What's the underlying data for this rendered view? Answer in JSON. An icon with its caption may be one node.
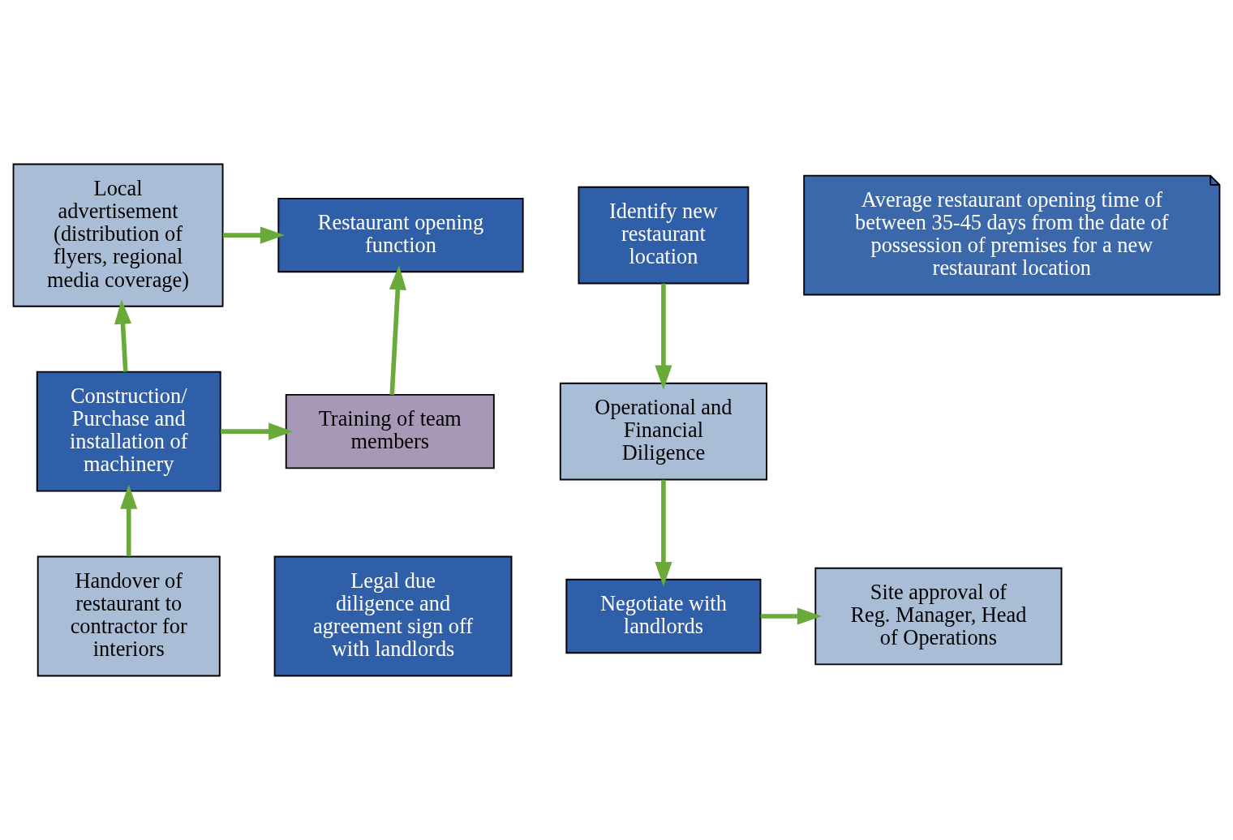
{
  "diagram": {
    "nodes": [
      {
        "text": [
          "Identify new restaurant location"
        ]
      },
      {
        "text": [
          "Operational and Financial Diligence"
        ]
      },
      {
        "text": [
          "Negotiate with landlords"
        ]
      },
      {
        "text": [
          "Site approval of Reg. Manager, Head of Operations"
        ]
      },
      {
        "text": [
          "Legal due diligence and agreement sign off with landlords"
        ]
      },
      {
        "text": [
          "Handover of restaurant to contractor for interiors"
        ]
      },
      {
        "text": [
          "Construction/ Purchase and installation of machinery"
        ]
      },
      {
        "text": [
          "Local advertisement (distribution of flyers, regional media coverage)"
        ]
      },
      {
        "text": [
          "Restaurant opening function"
        ]
      },
      {
        "text": [
          "Training of team members"
        ]
      },
      {
        "text": [
          "Average restaurant opening time of between 35-45 days from the date of possession of premises for a new restaurant location"
        ]
      }
    ],
    "edges": [
      {
        "from": 0,
        "to": 1,
        "arrow": "to"
      },
      {
        "from": 1,
        "to": 2,
        "arrow": "to"
      },
      {
        "from": 2,
        "to": 3,
        "arrow": "to"
      },
      {
        "from": 5,
        "to": 6,
        "arrow": "to"
      },
      {
        "from": 6,
        "to": 7,
        "arrow": "to"
      },
      {
        "from": 7,
        "to": 8,
        "arrow": "to"
      },
      {
        "from": 6,
        "to": 9,
        "arrow": "to"
      },
      {
        "from": 9,
        "to": 8,
        "arrow": "to"
      }
    ]
  }
}
